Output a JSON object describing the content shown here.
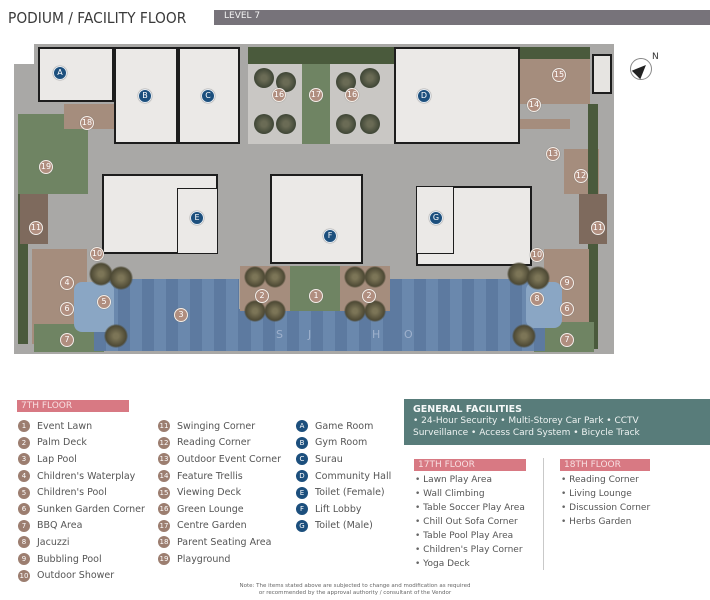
{
  "header": {
    "title": "PODIUM / FACILITY FLOOR",
    "level": "LEVEL 7"
  },
  "compass": {
    "label": "N"
  },
  "plan": {
    "watermark": [
      "S",
      "J",
      "H",
      "O"
    ],
    "markers": {
      "rooms": [
        "A",
        "B",
        "C",
        "D",
        "E",
        "F",
        "G"
      ],
      "facilities": [
        "1",
        "2",
        "2",
        "3",
        "4",
        "5",
        "6",
        "7",
        "8",
        "9",
        "6",
        "7",
        "10",
        "10",
        "11",
        "11",
        "12",
        "13",
        "14",
        "15",
        "16",
        "17",
        "16",
        "18",
        "19"
      ]
    }
  },
  "legend": {
    "seventh_floor": {
      "heading": "7TH FLOOR",
      "col1": [
        {
          "n": "1",
          "label": "Event Lawn"
        },
        {
          "n": "2",
          "label": "Palm Deck"
        },
        {
          "n": "3",
          "label": "Lap Pool"
        },
        {
          "n": "4",
          "label": "Children's Waterplay"
        },
        {
          "n": "5",
          "label": "Children's Pool"
        },
        {
          "n": "6",
          "label": "Sunken Garden Corner"
        },
        {
          "n": "7",
          "label": "BBQ Area"
        },
        {
          "n": "8",
          "label": "Jacuzzi"
        },
        {
          "n": "9",
          "label": "Bubbling Pool"
        },
        {
          "n": "10",
          "label": "Outdoor Shower"
        }
      ],
      "col2": [
        {
          "n": "11",
          "label": "Swinging Corner"
        },
        {
          "n": "12",
          "label": "Reading Corner"
        },
        {
          "n": "13",
          "label": "Outdoor Event Corner"
        },
        {
          "n": "14",
          "label": "Feature Trellis"
        },
        {
          "n": "15",
          "label": "Viewing Deck"
        },
        {
          "n": "16",
          "label": "Green Lounge"
        },
        {
          "n": "17",
          "label": "Centre Garden"
        },
        {
          "n": "18",
          "label": "Parent Seating Area"
        },
        {
          "n": "19",
          "label": "Playground"
        }
      ],
      "col3": [
        {
          "n": "A",
          "label": "Game Room"
        },
        {
          "n": "B",
          "label": "Gym Room"
        },
        {
          "n": "C",
          "label": "Surau"
        },
        {
          "n": "D",
          "label": "Community Hall"
        },
        {
          "n": "E",
          "label": "Toilet (Female)"
        },
        {
          "n": "F",
          "label": "Lift Lobby"
        },
        {
          "n": "G",
          "label": "Toilet (Male)"
        }
      ]
    },
    "general": {
      "heading": "GENERAL FACILITIES",
      "line1": "• 24-Hour Security  •  Multi-Storey Car Park  •  CCTV",
      "line2": "Surveillance  •  Access Card System  •  Bicycle Track"
    },
    "seventeenth_floor": {
      "heading": "17TH FLOOR",
      "items": [
        "Lawn Play Area",
        "Wall Climbing",
        "Table Soccer Play Area",
        "Chill Out Sofa Corner",
        "Table Pool Play Area",
        "Children's Play Corner",
        "Yoga Deck"
      ]
    },
    "eighteenth_floor": {
      "heading": "18TH FLOOR",
      "items": [
        "Reading Corner",
        "Living Lounge",
        "Discussion Corner",
        "Herbs Garden"
      ]
    },
    "note": {
      "line1": "Note: The items stated above are subjected to change and modification as required",
      "line2": "or recommended by the approval authority / consultant of the Vendor"
    }
  },
  "colors": {
    "header_bar": "#77737a",
    "section_heading": "#d87983",
    "general_box": "#587c7a",
    "facility_badge": "#9c7e70",
    "room_badge": "#1c4f7d",
    "pool": "#5d7aa0",
    "lawn": "#6f8463"
  }
}
